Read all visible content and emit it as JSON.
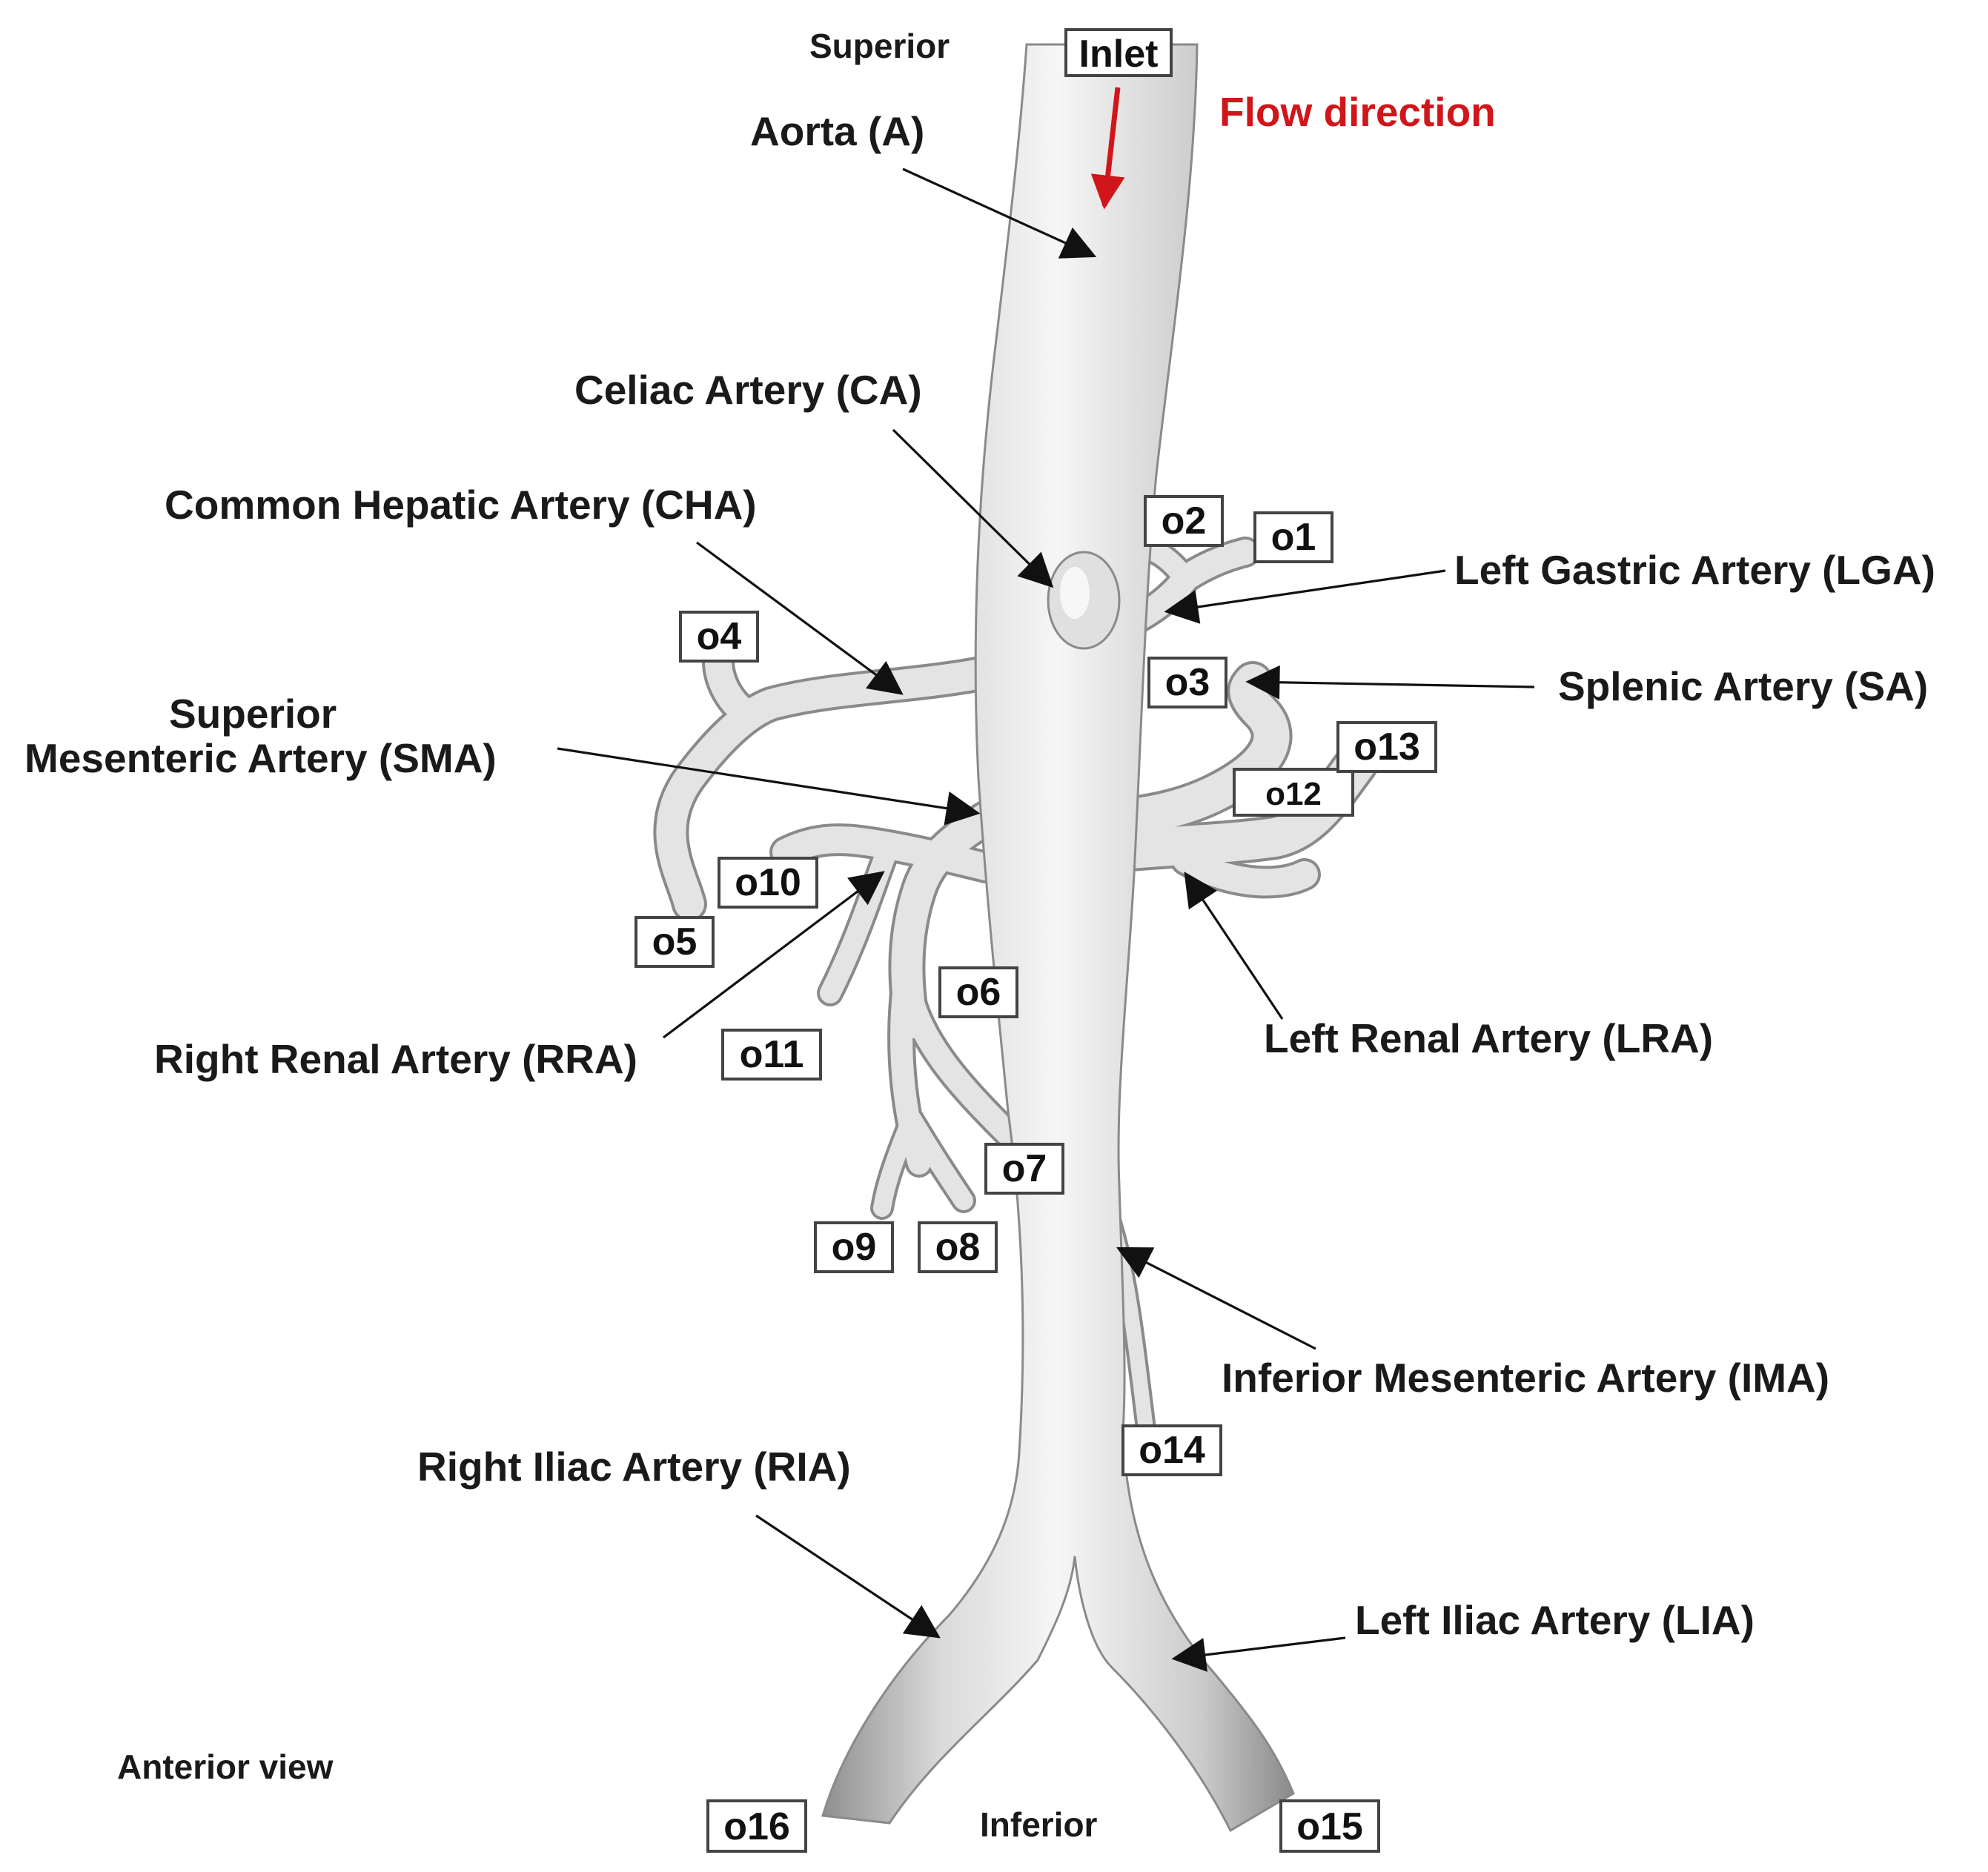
{
  "colors": {
    "vessel_light": "#f4f4f4",
    "vessel_mid": "#cfcfcf",
    "vessel_dark": "#8c8c8c",
    "flow_arrow": "#d0161b",
    "text": "#1a1a1a"
  },
  "orientation": {
    "superior": "Superior",
    "inferior": "Inferior",
    "view": "Anterior view"
  },
  "inlet": "Inlet",
  "flow_direction": "Flow direction",
  "labels": {
    "aorta": "Aorta (A)",
    "celiac": "Celiac Artery (CA)",
    "cha": "Common Hepatic Artery (CHA)",
    "lga": "Left Gastric Artery (LGA)",
    "sa": "Splenic Artery (SA)",
    "sma_line1": "Superior",
    "sma_line2": "Mesenteric Artery (SMA)",
    "lra": "Left Renal Artery (LRA)",
    "rra": "Right Renal Artery (RRA)",
    "ima": "Inferior Mesenteric Artery (IMA)",
    "ria": "Right Iliac Artery (RIA)",
    "lia": "Left Iliac Artery (LIA)"
  },
  "outlets": {
    "o1": "o1",
    "o2": "o2",
    "o3": "o3",
    "o4": "o4",
    "o5": "o5",
    "o6": "o6",
    "o7": "o7",
    "o8": "o8",
    "o9": "o9",
    "o10": "o10",
    "o11": "o11",
    "o12": "o12",
    "o13": "o13",
    "o14": "o14",
    "o15": "o15",
    "o16": "o16"
  }
}
